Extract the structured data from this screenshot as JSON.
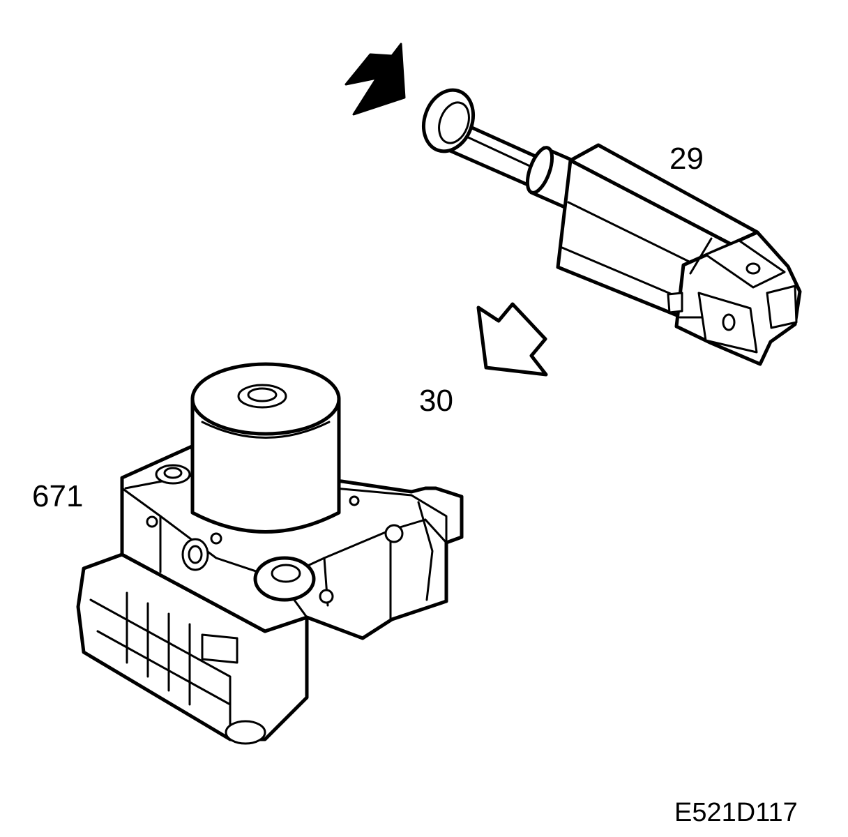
{
  "labels": {
    "part_29": "29",
    "part_30": "30",
    "part_671": "671",
    "figure_code": "E521D117"
  },
  "colors": {
    "line": "#000000",
    "background": "#ffffff"
  },
  "icons": {
    "filled_arrow": "filled-arrow-icon",
    "outline_arrow": "outline-arrow-icon"
  }
}
